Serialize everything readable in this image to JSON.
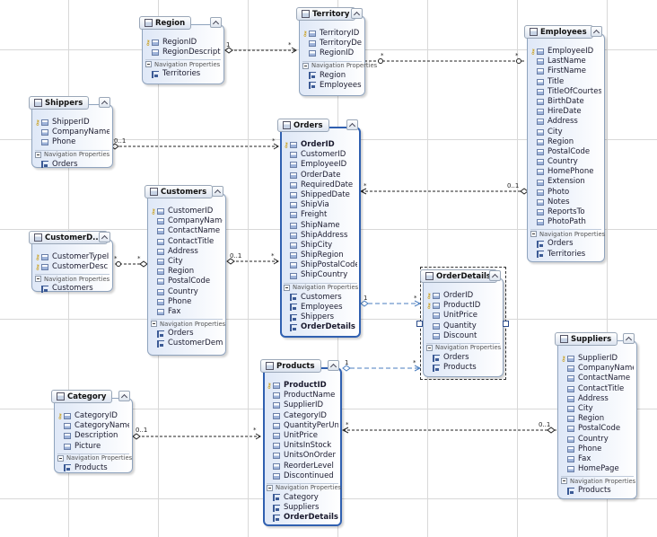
{
  "entities": {
    "region": {
      "title": "Region",
      "props": [
        "RegionID",
        "RegionDescript..."
      ],
      "nav_label": "Navigation Properties",
      "nav": [
        "Territories"
      ]
    },
    "territory": {
      "title": "Territory",
      "props": [
        "TerritoryID",
        "TerritoryDescri...",
        "RegionID"
      ],
      "nav_label": "Navigation Properties",
      "nav": [
        "Region",
        "Employees"
      ]
    },
    "employees": {
      "title": "Employees",
      "props": [
        "EmployeeID",
        "LastName",
        "FirstName",
        "Title",
        "TitleOfCourtesy",
        "BirthDate",
        "HireDate",
        "Address",
        "City",
        "Region",
        "PostalCode",
        "Country",
        "HomePhone",
        "Extension",
        "Photo",
        "Notes",
        "ReportsTo",
        "PhotoPath"
      ],
      "nav_label": "Navigation Properties",
      "nav": [
        "Orders",
        "Territories"
      ]
    },
    "shippers": {
      "title": "Shippers",
      "props": [
        "ShipperID",
        "CompanyName",
        "Phone"
      ],
      "nav_label": "Navigation Properties",
      "nav": [
        "Orders"
      ]
    },
    "orders": {
      "title": "Orders",
      "props": [
        "OrderID",
        "CustomerID",
        "EmployeeID",
        "OrderDate",
        "RequiredDate",
        "ShippedDate",
        "ShipVia",
        "Freight",
        "ShipName",
        "ShipAddress",
        "ShipCity",
        "ShipRegion",
        "ShipPostalCode",
        "ShipCountry"
      ],
      "nav_label": "Navigation Properties",
      "nav": [
        "Customers",
        "Employees",
        "Shippers",
        "OrderDetails"
      ]
    },
    "customers": {
      "title": "Customers",
      "props": [
        "CustomerID",
        "CompanyName",
        "ContactName",
        "ContactTitle",
        "Address",
        "City",
        "Region",
        "PostalCode",
        "Country",
        "Phone",
        "Fax"
      ],
      "nav_label": "Navigation Properties",
      "nav": [
        "Orders",
        "CustomerDem..."
      ]
    },
    "customer_demo": {
      "title": "CustomerD...",
      "props": [
        "CustomerTypeID",
        "CustomerDesc"
      ],
      "nav_label": "Navigation Properties",
      "nav": [
        "Customers"
      ]
    },
    "order_details": {
      "title": "OrderDetails",
      "props": [
        "OrderID",
        "ProductID",
        "UnitPrice",
        "Quantity",
        "Discount"
      ],
      "nav_label": "Navigation Properties",
      "nav": [
        "Orders",
        "Products"
      ]
    },
    "products": {
      "title": "Products",
      "props": [
        "ProductID",
        "ProductName",
        "SupplierID",
        "CategoryID",
        "QuantityPerUnit",
        "UnitPrice",
        "UnitsInStock",
        "UnitsOnOrder",
        "ReorderLevel",
        "Discontinued"
      ],
      "nav_label": "Navigation Properties",
      "nav": [
        "Category",
        "Suppliers",
        "OrderDetails"
      ]
    },
    "category": {
      "title": "Category",
      "props": [
        "CategoryID",
        "CategoryName",
        "Description",
        "Picture"
      ],
      "nav_label": "Navigation Properties",
      "nav": [
        "Products"
      ]
    },
    "suppliers": {
      "title": "Suppliers",
      "props": [
        "SupplierID",
        "CompanyName",
        "ContactName",
        "ContactTitle",
        "Address",
        "City",
        "Region",
        "PostalCode",
        "Country",
        "Phone",
        "Fax",
        "HomePage"
      ],
      "nav_label": "Navigation Properties",
      "nav": [
        "Products"
      ]
    }
  },
  "multiplicities": {
    "one": "1",
    "many": "*",
    "zero_or_one": "0..1"
  },
  "colors": {
    "entity_fill_start": "#dfe8f7",
    "entity_border": "#8fa3bd",
    "selection_border": "#3060b0",
    "selected_association": "#4a7ebf",
    "association": "#222222",
    "grid": "#d8d8d8"
  }
}
